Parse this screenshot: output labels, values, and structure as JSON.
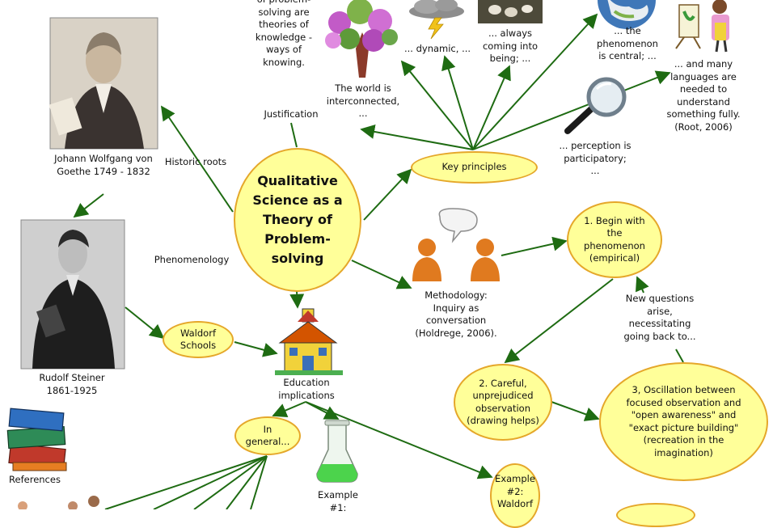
{
  "central": {
    "title": "Qualitative Science as a Theory of Problem-solving"
  },
  "nodes": {
    "key_principles": "Key principles",
    "waldorf_schools": "Waldorf Schools",
    "in_general": "In general...",
    "begin_phenomenon": "1. Begin with the phenomenon (empirical)",
    "careful_observation": "2. Careful, unprejudiced observation (drawing helps)",
    "oscillation": "3, Oscillation between focused observation and \"open awareness\" and \"exact picture building\" (recreation in the imagination)",
    "example2": "Example #2: Waldorf"
  },
  "labels": {
    "theories": "of problem-solving are theories of knowledge - ways of knowing.",
    "justification": "Justification",
    "interconnected": "The world is interconnected, ...",
    "dynamic": "... dynamic, ...",
    "coming_into_being": "... always coming into being; ...",
    "phenomenon_central": "... the phenomenon is central; ...",
    "languages": "... and many languages are needed to understand something fully.  (Root, 2006)",
    "perception": "... perception is participatory; ...",
    "historic_roots": "Historic roots",
    "goethe": "Johann Wolfgang von Goethe 1749 - 1832",
    "steiner": "Rudolf Steiner 1861-1925",
    "phenomenology": "Phenomenology",
    "methodology": "Methodology: Inquiry as conversation (Holdrege, 2006).",
    "new_questions": "New questions arise, necessitating going back to...",
    "education": "Education implications",
    "references": "References",
    "example1": "Example #1:"
  },
  "colors": {
    "node_fill": "#ffff99",
    "node_border": "#e5a72a",
    "arrow": "#1e6b12"
  }
}
